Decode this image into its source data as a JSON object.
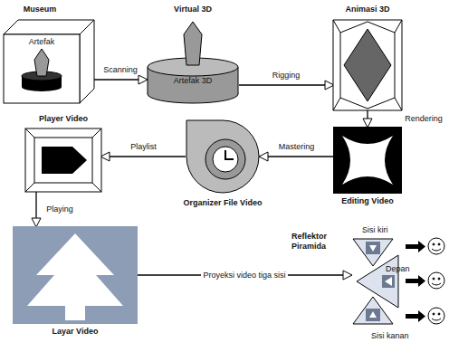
{
  "diagram": {
    "nodes": [
      {
        "text": [
          "Museum",
          "Artefak"
        ]
      },
      {
        "text": [
          "Virtual 3D",
          "Artefak 3D"
        ]
      },
      {
        "text": [
          "Animasi 3D"
        ]
      },
      {
        "text": [
          "Editing Video"
        ]
      },
      {
        "text": [
          "Organizer File Video"
        ]
      },
      {
        "text": [
          "Player Video"
        ]
      },
      {
        "text": [
          "Layar Video"
        ]
      },
      {
        "text": [
          "Reflektor Piramida"
        ]
      }
    ],
    "edges": [
      {
        "from": 0,
        "to": 1,
        "label": "Scanning",
        "arrow": "to"
      },
      {
        "from": 1,
        "to": 2,
        "label": "Rigging",
        "arrow": "to"
      },
      {
        "from": 2,
        "to": 3,
        "label": "Rendering",
        "arrow": "to"
      },
      {
        "from": 3,
        "to": 4,
        "label": "Mastering",
        "arrow": "to"
      },
      {
        "from": 4,
        "to": 5,
        "label": "Playlist",
        "arrow": "to"
      },
      {
        "from": 5,
        "to": 6,
        "label": "Playing",
        "arrow": "to"
      },
      {
        "from": 6,
        "to": 7,
        "label": "Proyeksi video tiga sisi",
        "arrow": "to"
      }
    ],
    "labels": [
      "Sisi kiri",
      "Depan",
      "Sisi kanan"
    ]
  }
}
